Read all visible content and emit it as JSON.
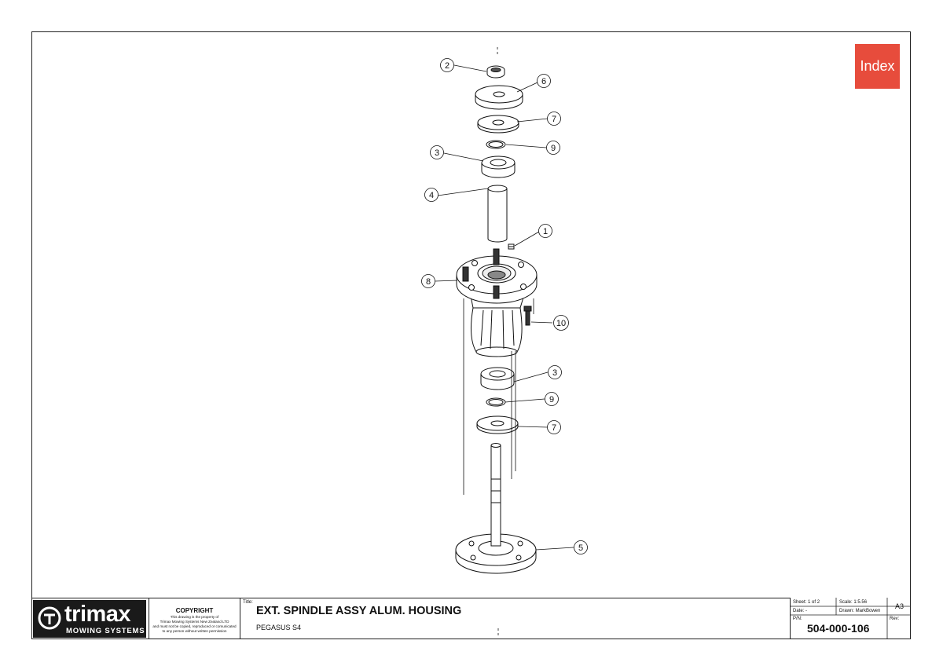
{
  "index_button": {
    "label": "Index"
  },
  "logo": {
    "word": "trimax",
    "subtitle": "MOWING SYSTEMS"
  },
  "copyright": {
    "title": "COPYRIGHT",
    "lines": [
      "This drawing is the property of",
      "Trimax Mowing Systems New Zealand LTD",
      "and must not be copied, reproduced or comunicated",
      "to any person without written permission"
    ]
  },
  "title_block": {
    "title_label": "Title:",
    "title": "EXT. SPINDLE ASSY ALUM. HOUSING",
    "subtitle": "PEGASUS S4",
    "sheet": "Sheet: 1 of 2",
    "scale": "Scale: 1:5.56",
    "size": "A3",
    "date": "Date: -",
    "drawn": "Drawn: MarkBowen",
    "pn_label": "P/N:",
    "pn_value": "504-000-106",
    "rev_label": "Rev:"
  },
  "callouts": [
    "2",
    "6",
    "7",
    "9",
    "3",
    "4",
    "1",
    "8",
    "10",
    "3",
    "9",
    "7",
    "5"
  ]
}
